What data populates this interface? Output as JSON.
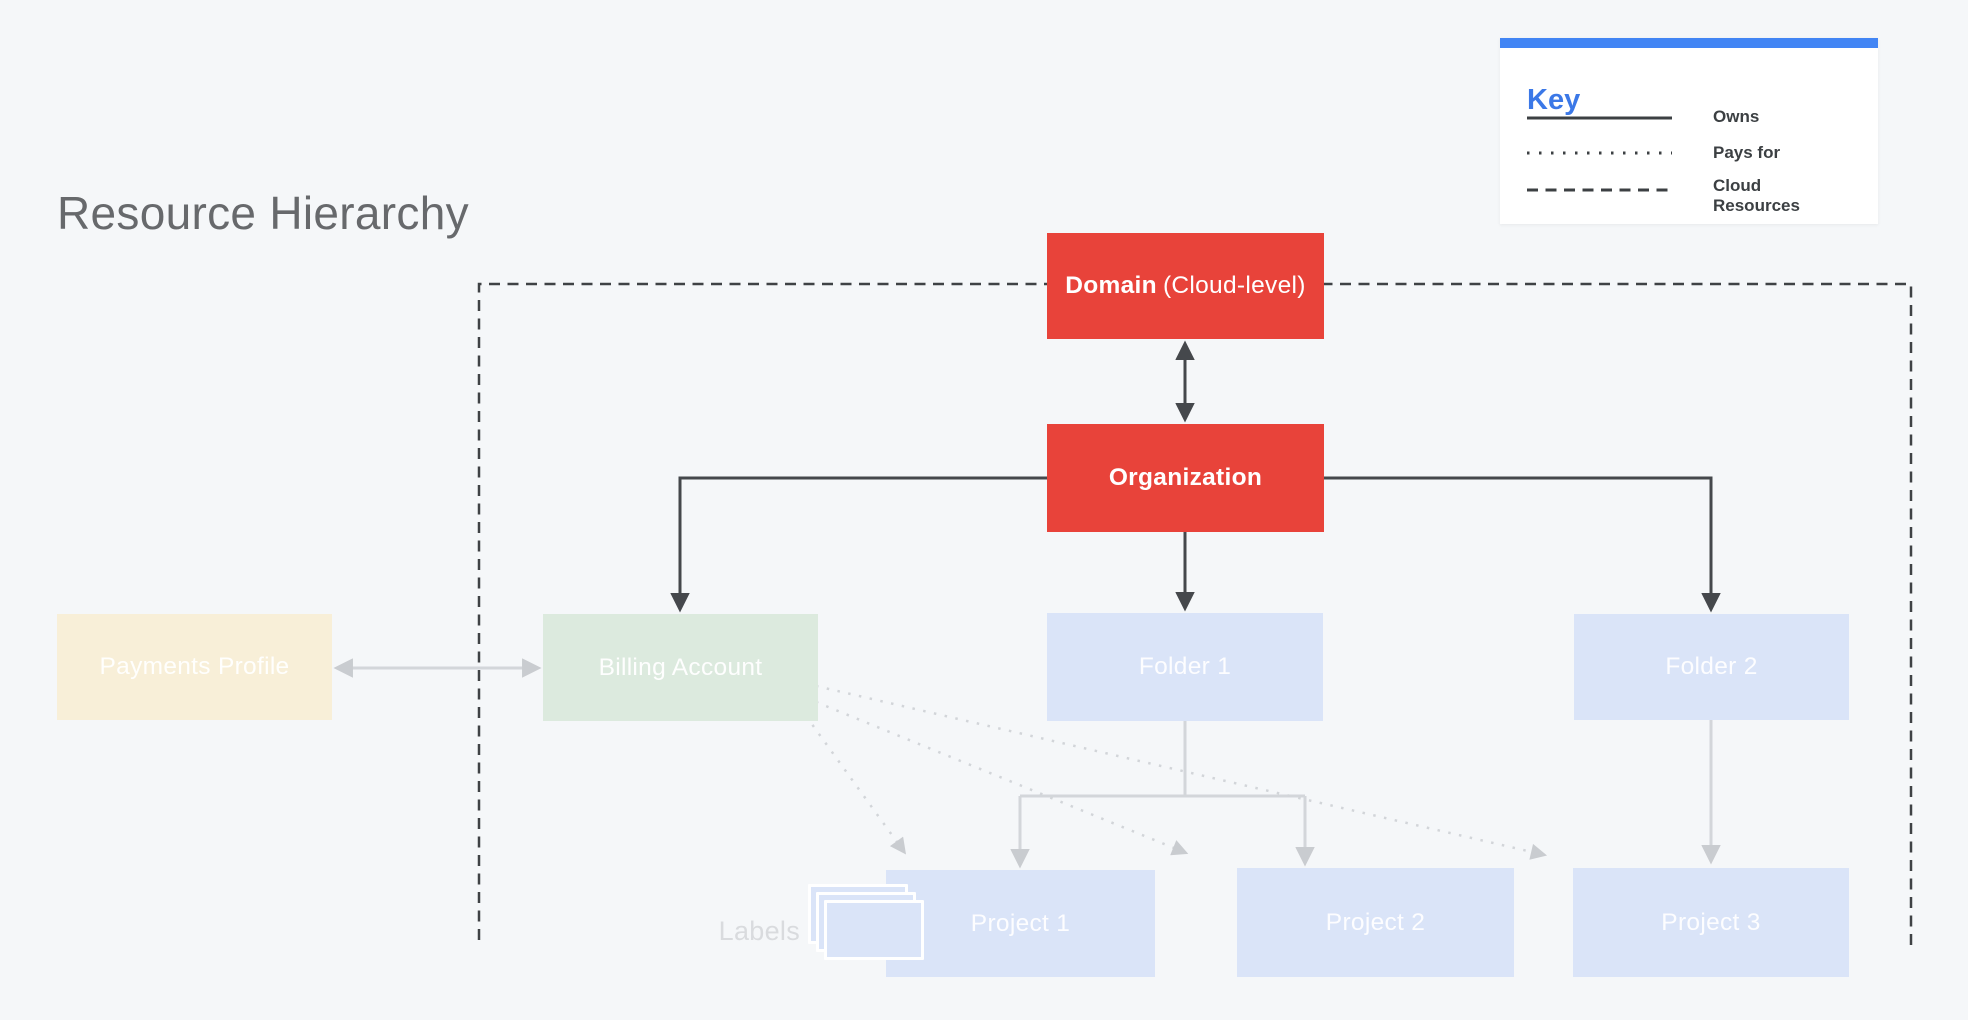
{
  "title": "Resource Hierarchy",
  "key": {
    "heading": "Key",
    "items": [
      {
        "line_style": "solid",
        "label": "Owns"
      },
      {
        "line_style": "dotted",
        "label": "Pays for"
      },
      {
        "line_style": "dashed",
        "label": "Cloud Resources"
      }
    ]
  },
  "nodes": {
    "domain": {
      "bold": "Domain",
      "rest": "(Cloud-level)"
    },
    "organization": {
      "label": "Organization"
    },
    "payments_profile": {
      "label": "Payments Profile"
    },
    "billing_account": {
      "label": "Billing Account"
    },
    "folder_1": {
      "label": "Folder 1"
    },
    "folder_2": {
      "label": "Folder 2"
    },
    "project_1": {
      "label": "Project 1"
    },
    "project_2": {
      "label": "Project 2"
    },
    "project_3": {
      "label": "Project 3"
    }
  },
  "captions": {
    "labels": "Labels"
  },
  "colors": {
    "background": "#F5F7F9",
    "node_red": "#E8433A",
    "node_blue": "#DAE4F8",
    "node_green": "#DCEADE",
    "node_cream": "#F8EFD8",
    "key_accent_bar": "#4285F4",
    "key_heading_blue": "#3B78E7",
    "legend_text": "#3C4043",
    "dark_line": "#45484C",
    "light_line": "#D3D6DA",
    "boundary_dash": "#3F4245",
    "title_text": "#67696C",
    "labels_caption_text": "#D9DBDE"
  }
}
